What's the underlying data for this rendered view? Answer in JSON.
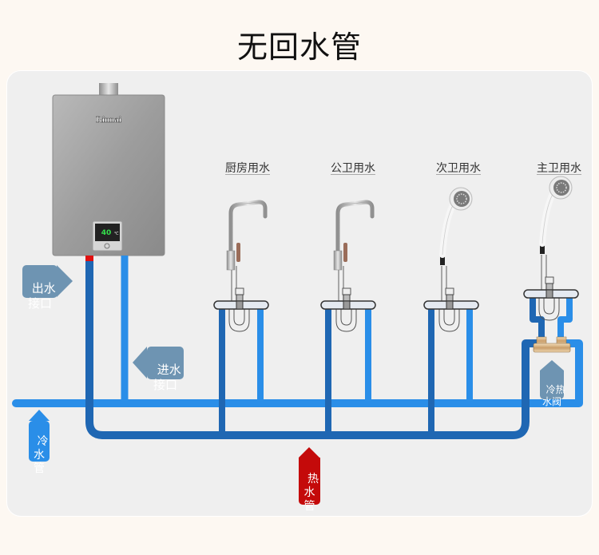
{
  "title": "无回水管",
  "heater": {
    "brand": "Rinnai",
    "display_temp": "40",
    "unit": "℃"
  },
  "fixtures": [
    {
      "label": "厨房用水",
      "type": "faucet"
    },
    {
      "label": "公卫用水",
      "type": "faucet"
    },
    {
      "label": "次卫用水",
      "type": "shower"
    },
    {
      "label": "主卫用水",
      "type": "shower"
    }
  ],
  "tags": {
    "outlet": "出水\n接口",
    "inlet": "进水\n接口",
    "cold_pipe": "冷\n水\n管",
    "hot_pipe": "热\n水\n管",
    "mix_valve": "冷热\n水阀"
  },
  "colors": {
    "cold": "#2a8ee8",
    "hot": "#1f67b3",
    "hot_outlet": "#e01010",
    "tag_grey": "#6e94b2",
    "tag_red": "#c40a0a"
  }
}
